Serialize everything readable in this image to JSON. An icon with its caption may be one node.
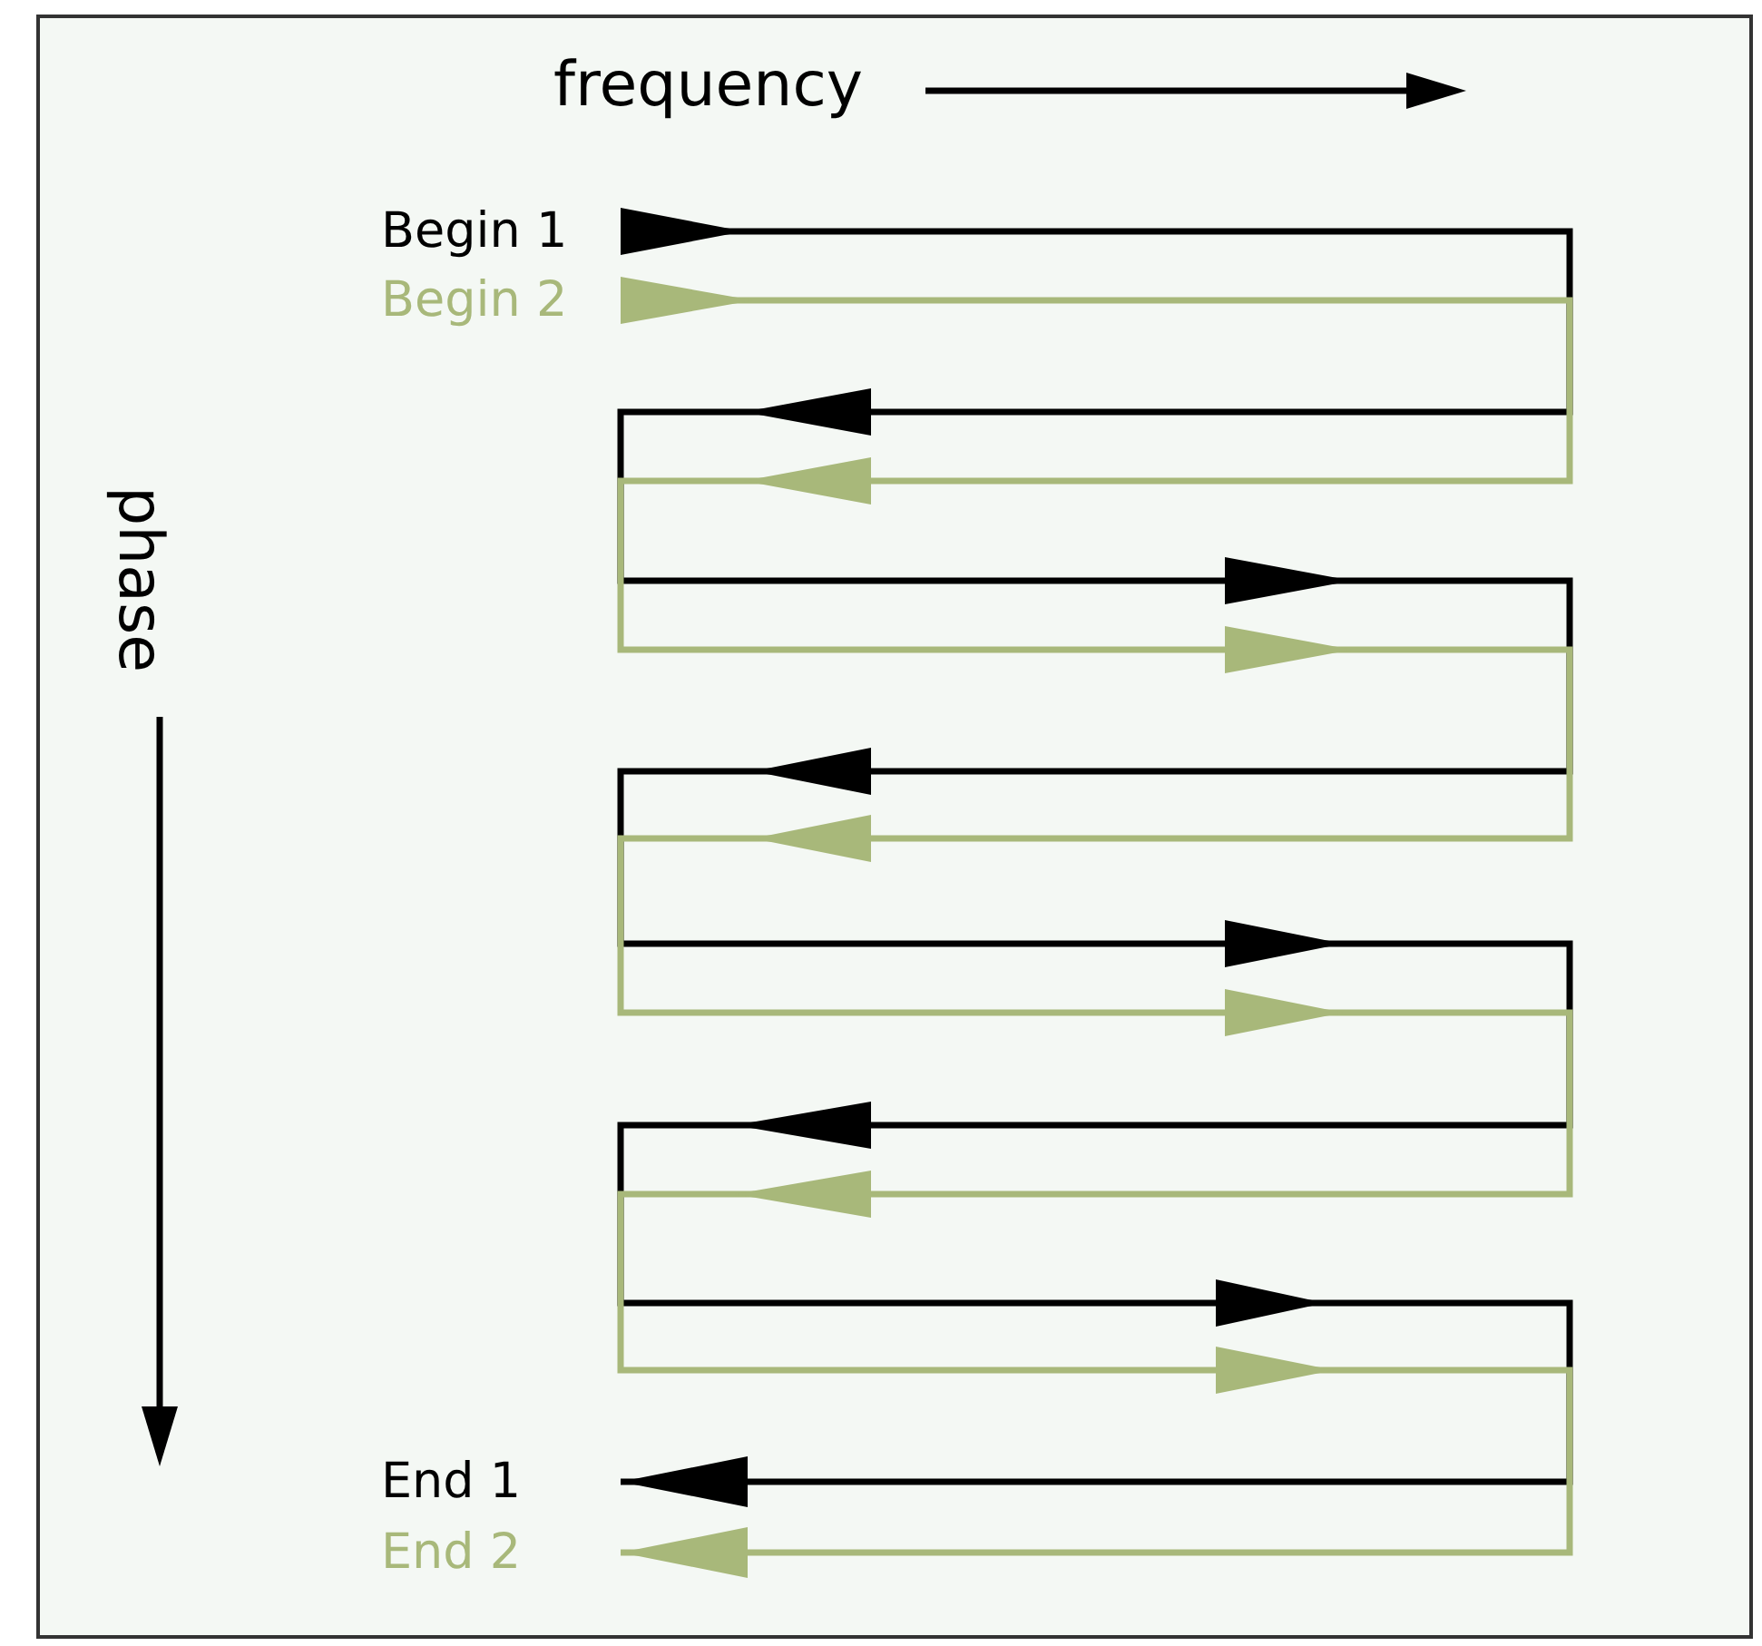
{
  "diagram": {
    "nodes": [
      {
        "text": [
          "Begin 1"
        ]
      },
      {
        "text": [
          "Begin 2"
        ]
      },
      {
        "text": [
          "End 1"
        ]
      },
      {
        "text": [
          "End 2"
        ]
      }
    ],
    "edges": [
      {
        "from": 0,
        "to": 2,
        "arrow": "to"
      },
      {
        "from": 1,
        "to": 3,
        "arrow": "to",
        "color": "#a8b87a"
      }
    ],
    "labels": [
      "frequency",
      "phase"
    ]
  }
}
